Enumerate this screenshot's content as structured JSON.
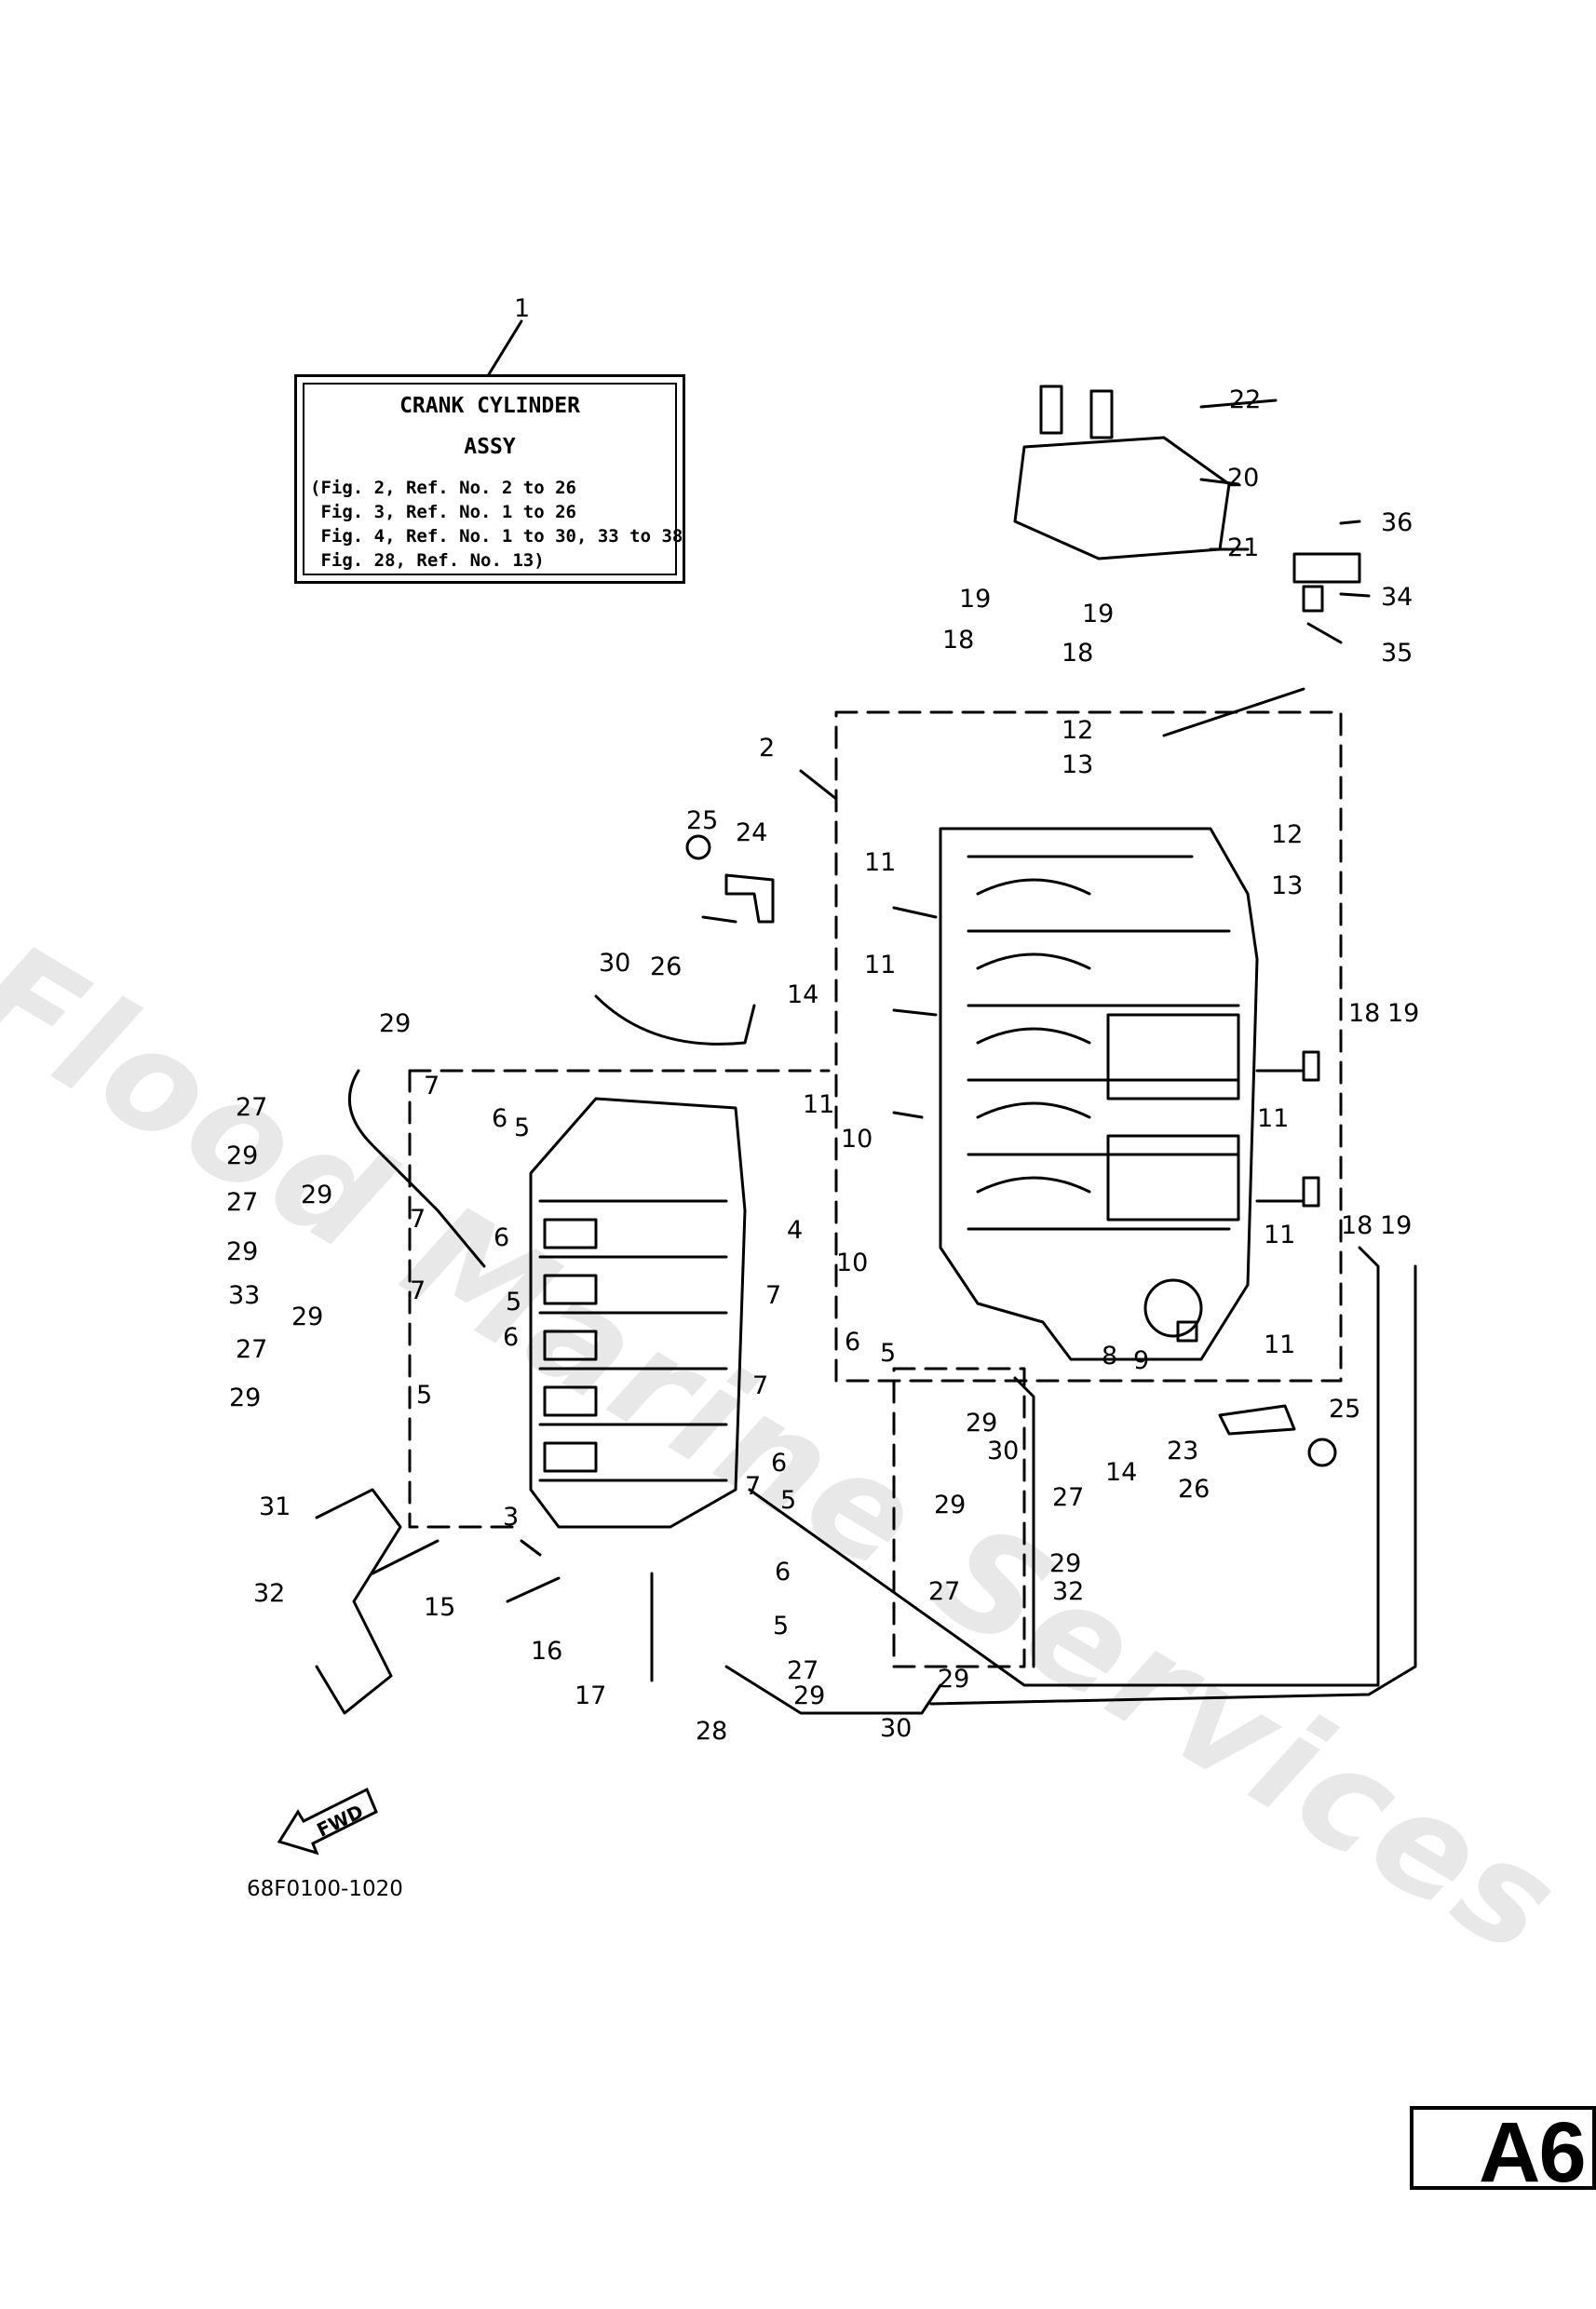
{
  "watermark": "Flood Marine Services",
  "assembly_box": {
    "ref_number": "1",
    "title_line1": "CRANK CYLINDER",
    "title_line2": "ASSY",
    "notes": [
      "(Fig. 2, Ref. No. 2 to 26",
      " Fig. 3, Ref. No. 1 to 26",
      " Fig. 4, Ref. No. 1 to 30, 33 to 38",
      " Fig. 28, Ref. No. 13)"
    ]
  },
  "fwd_label": "FWD",
  "drawing_code": "68F0100-1020",
  "page_tab": "A6",
  "callouts": [
    {
      "n": "22"
    },
    {
      "n": "20"
    },
    {
      "n": "21"
    },
    {
      "n": "36"
    },
    {
      "n": "34"
    },
    {
      "n": "35"
    },
    {
      "n": "19"
    },
    {
      "n": "18"
    },
    {
      "n": "19"
    },
    {
      "n": "18"
    },
    {
      "n": "12"
    },
    {
      "n": "13"
    },
    {
      "n": "2"
    },
    {
      "n": "12"
    },
    {
      "n": "13"
    },
    {
      "n": "25"
    },
    {
      "n": "24"
    },
    {
      "n": "26"
    },
    {
      "n": "11"
    },
    {
      "n": "11"
    },
    {
      "n": "30"
    },
    {
      "n": "14"
    },
    {
      "n": "29"
    },
    {
      "n": "18"
    },
    {
      "n": "19"
    },
    {
      "n": "7"
    },
    {
      "n": "6"
    },
    {
      "n": "5"
    },
    {
      "n": "27"
    },
    {
      "n": "29"
    },
    {
      "n": "11"
    },
    {
      "n": "10"
    },
    {
      "n": "11"
    },
    {
      "n": "27"
    },
    {
      "n": "29"
    },
    {
      "n": "7"
    },
    {
      "n": "6"
    },
    {
      "n": "18"
    },
    {
      "n": "19"
    },
    {
      "n": "29"
    },
    {
      "n": "10"
    },
    {
      "n": "4"
    },
    {
      "n": "11"
    },
    {
      "n": "33"
    },
    {
      "n": "7"
    },
    {
      "n": "5"
    },
    {
      "n": "29"
    },
    {
      "n": "7"
    },
    {
      "n": "6"
    },
    {
      "n": "8"
    },
    {
      "n": "9"
    },
    {
      "n": "11"
    },
    {
      "n": "27"
    },
    {
      "n": "6"
    },
    {
      "n": "5"
    },
    {
      "n": "29"
    },
    {
      "n": "7"
    },
    {
      "n": "5"
    },
    {
      "n": "29"
    },
    {
      "n": "25"
    },
    {
      "n": "14"
    },
    {
      "n": "23"
    },
    {
      "n": "6"
    },
    {
      "n": "30"
    },
    {
      "n": "26"
    },
    {
      "n": "31"
    },
    {
      "n": "7"
    },
    {
      "n": "5"
    },
    {
      "n": "29"
    },
    {
      "n": "27"
    },
    {
      "n": "3"
    },
    {
      "n": "29"
    },
    {
      "n": "32"
    },
    {
      "n": "15"
    },
    {
      "n": "6"
    },
    {
      "n": "27"
    },
    {
      "n": "32"
    },
    {
      "n": "5"
    },
    {
      "n": "16"
    },
    {
      "n": "27"
    },
    {
      "n": "29"
    },
    {
      "n": "17"
    },
    {
      "n": "29"
    },
    {
      "n": "28"
    },
    {
      "n": "30"
    }
  ]
}
